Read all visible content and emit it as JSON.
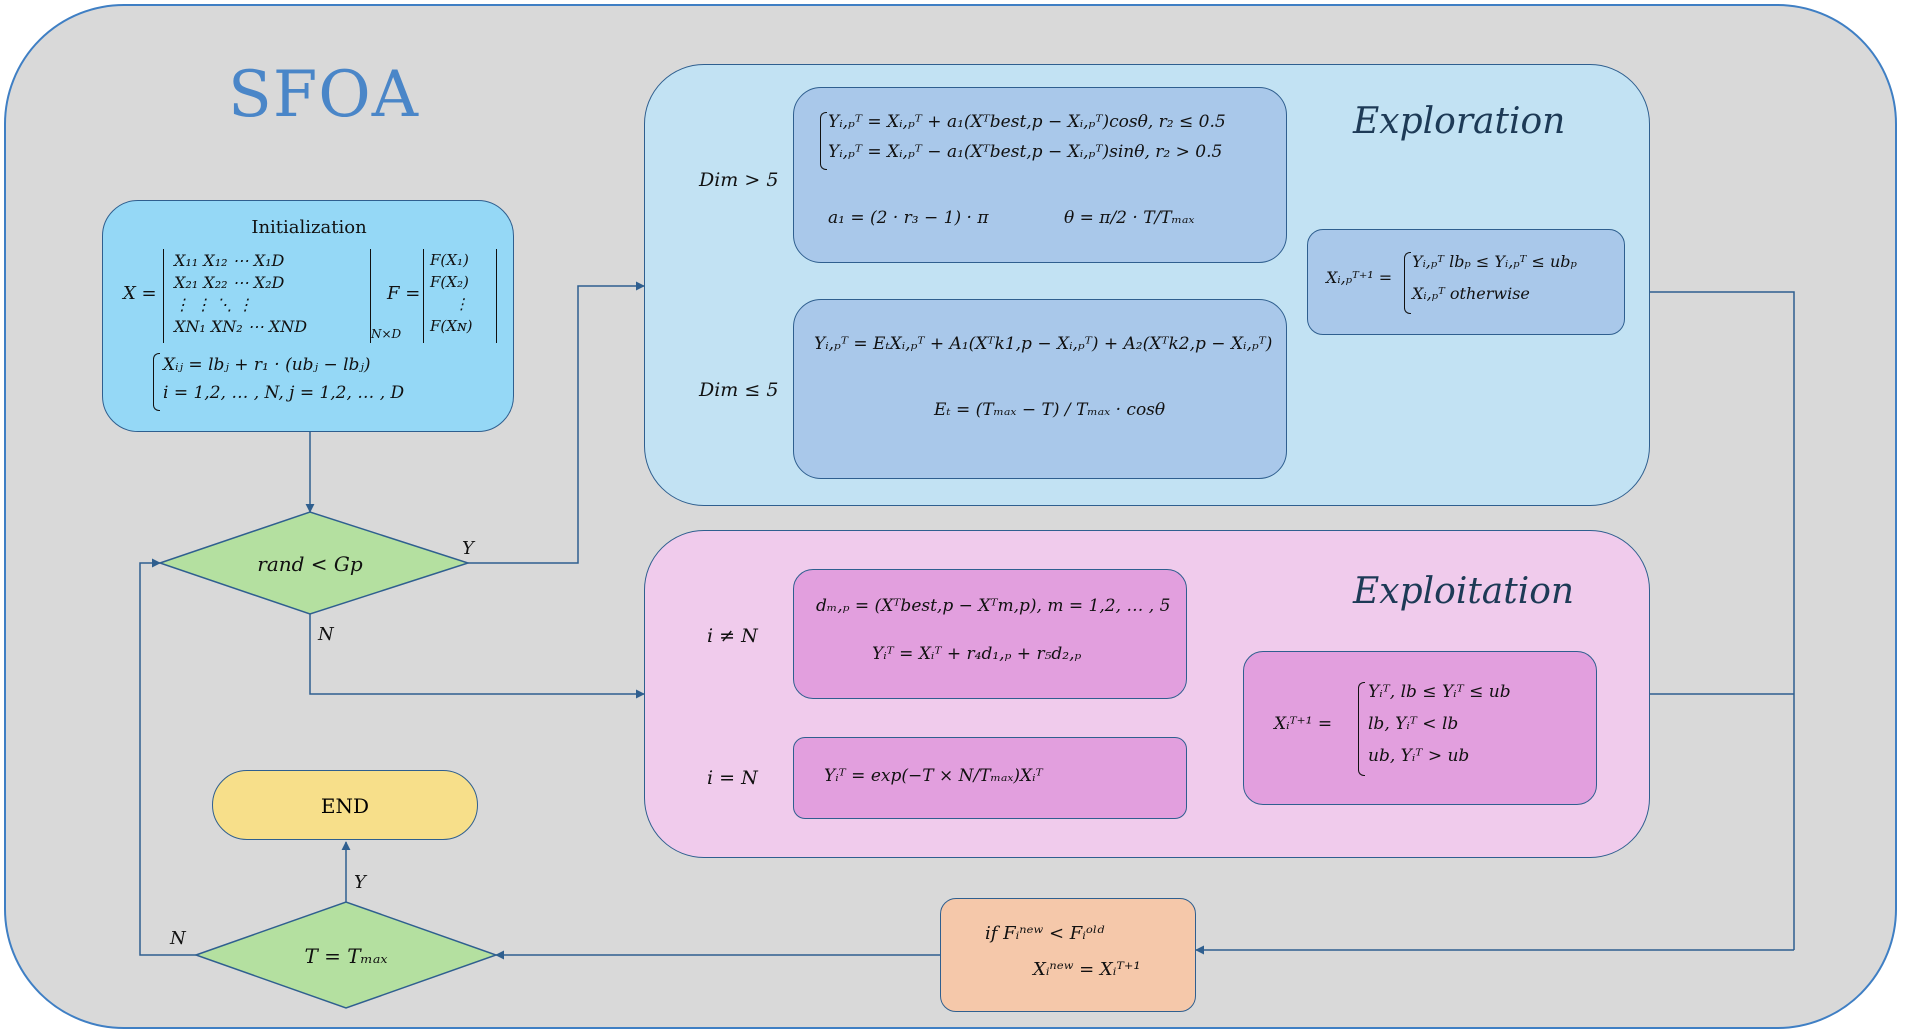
{
  "title": "SFOA",
  "init": {
    "heading": "Initialization",
    "matrix_X": "X = [X₁₁ X₁₂ ⋯ X₁D ; X₂₁ X₂₂ ⋯ X₂D ; ⋮ ⋮ ⋱ ⋮ ; X_N1 X_N2 ⋯ X_ND]_{N×D}",
    "row1": "X₁₁   X₁₂   ⋯   X₁D",
    "row2": "X₂₁   X₂₂   ⋯   X₂D",
    "row3": "⋮       ⋮      ⋱      ⋮",
    "row4": "XN₁   XN₂   ⋯   XND",
    "x_eq": "X =",
    "sub_nd": "N×D",
    "f_eq": "F =",
    "f1": "F(X₁)",
    "f2": "F(X₂)",
    "f3": "⋮",
    "f4": "F(Xɴ)",
    "eq1": "Xᵢⱼ = lbⱼ + r₁ · (ubⱼ − lbⱼ)",
    "eq2": "i = 1,2, … , N, j = 1,2, … , D"
  },
  "decision_gp": {
    "label": "rand < Gp",
    "yes": "Y",
    "no": "N"
  },
  "decision_t": {
    "label": "T = Tₘₐₓ",
    "yes": "Y",
    "no": "N"
  },
  "end": {
    "label": "END"
  },
  "exploration": {
    "heading": "Exploration",
    "cond_gt": "Dim > 5",
    "cond_le": "Dim ≤ 5",
    "gt_eq1": "Yᵢ,ₚᵀ = Xᵢ,ₚᵀ + a₁(Xᵀbest,p − Xᵢ,ₚᵀ)cosθ, r₂ ≤ 0.5",
    "gt_eq2": "Yᵢ,ₚᵀ = Xᵢ,ₚᵀ − a₁(Xᵀbest,p − Xᵢ,ₚᵀ)sinθ, r₂ > 0.5",
    "gt_eq3": "a₁ = (2 · r₃ − 1) · π",
    "gt_eq4": "θ = π/2 · T/Tₘₐₓ",
    "le_eq1": "Yᵢ,ₚᵀ = EₜXᵢ,ₚᵀ + A₁(Xᵀk1,p − Xᵢ,ₚᵀ) + A₂(Xᵀk2,p − Xᵢ,ₚᵀ)",
    "le_eq2": "Eₜ = (Tₘₐₓ − T) / Tₘₐₓ · cosθ",
    "bound_lhs": "Xᵢ,ₚᵀ⁺¹ =",
    "bound_1": "Yᵢ,ₚᵀ    lbₚ ≤ Yᵢ,ₚᵀ ≤ ubₚ",
    "bound_2": "Xᵢ,ₚᵀ          otherwise"
  },
  "exploitation": {
    "heading": "Exploitation",
    "cond_ne": "i ≠ N",
    "cond_eq": "i = N",
    "ne_eq1": "dₘ,ₚ = (Xᵀbest,p − Xᵀm,p), m = 1,2, … , 5",
    "ne_eq2": "Yᵢᵀ = Xᵢᵀ + r₄d₁,ₚ + r₅d₂,ₚ",
    "eq_eq1": "Yᵢᵀ = exp(−T × N/Tₘₐₓ)Xᵢᵀ",
    "bound_lhs": "Xᵢᵀ⁺¹ =",
    "bound_1": "Yᵢᵀ,        lb ≤ Yᵢᵀ ≤ ub",
    "bound_2": "lb,          Yᵢᵀ < lb",
    "bound_3": "ub,          Yᵢᵀ > ub"
  },
  "update": {
    "line1": "if Fᵢⁿᵉʷ < Fᵢᵒˡᵈ",
    "line2": "Xᵢⁿᵉʷ = Xᵢᵀ⁺¹"
  },
  "colors": {
    "frame_border": "#3f7fc4",
    "frame_fill": "#d9d9d9",
    "init_fill": "#95d8f6",
    "explore_fill": "#c2e2f3",
    "explore_sub": "#a9c8ea",
    "exploit_fill": "#f0cbec",
    "exploit_sub": "#e29fde",
    "diamond_fill": "#b4e0a0",
    "end_fill": "#f7df8a",
    "update_fill": "#f5c8aa",
    "title_color": "#4a86c8",
    "line_color": "#2f5f8f"
  }
}
